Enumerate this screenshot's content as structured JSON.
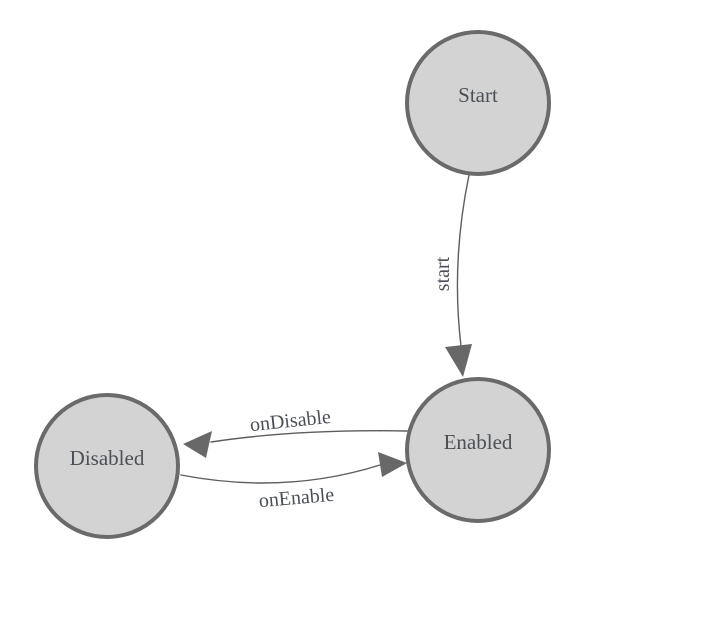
{
  "diagram": {
    "type": "state-machine",
    "colors": {
      "background": "#ffffff",
      "node_fill": "#d3d3d3",
      "node_border": "#6a6a6a",
      "edge_line": "#5d5d5d",
      "arrowhead": "#686868",
      "label_text": "#4b5058"
    },
    "nodes": [
      {
        "id": "start",
        "label": "Start"
      },
      {
        "id": "enabled",
        "label": "Enabled"
      },
      {
        "id": "disabled",
        "label": "Disabled"
      }
    ],
    "edges": [
      {
        "label": "start",
        "from": "start",
        "to": "enabled"
      },
      {
        "label": "onDisable",
        "from": "enabled",
        "to": "disabled"
      },
      {
        "label": "onEnable",
        "from": "disabled",
        "to": "enabled"
      }
    ]
  }
}
